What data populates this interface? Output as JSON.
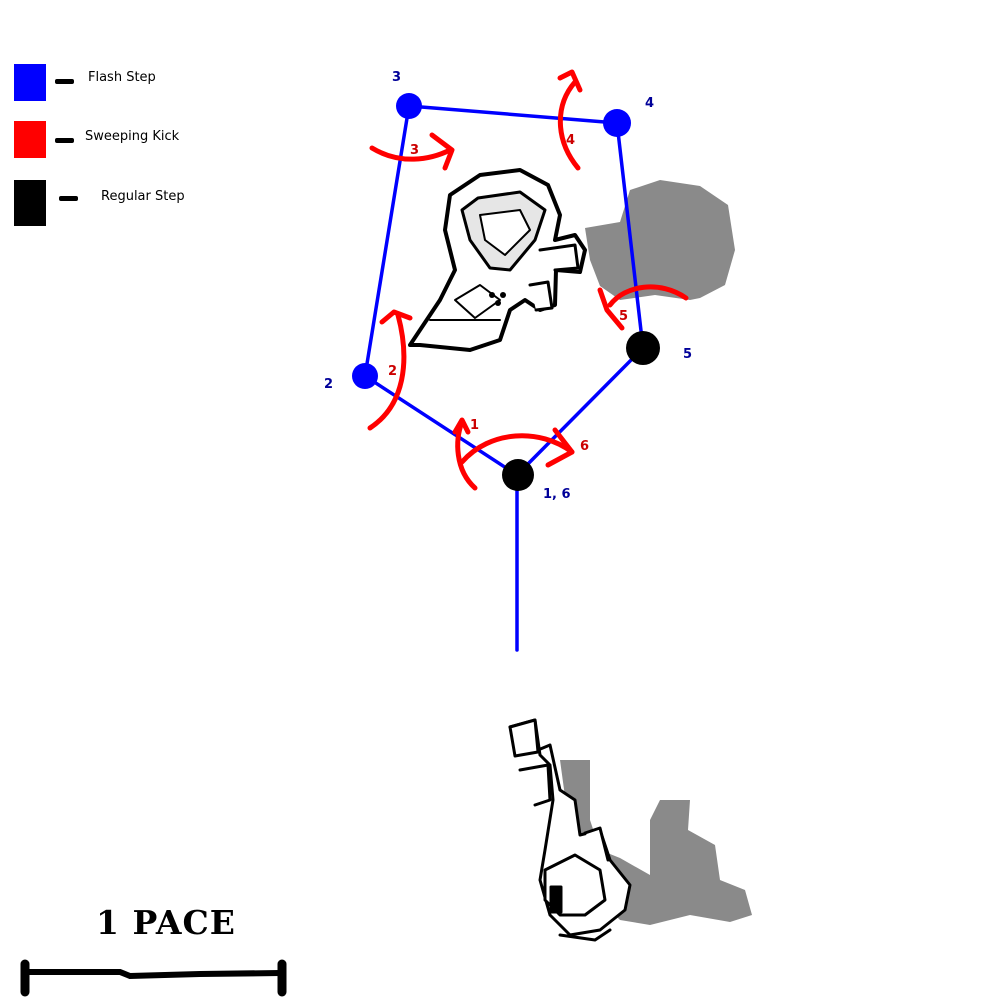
{
  "legend": [
    {
      "label": "Flash Step",
      "color": "#0000ff"
    },
    {
      "label": "Sweeping Kick",
      "color": "#ff0000"
    },
    {
      "label": "Regular Step",
      "color": "#000000"
    }
  ],
  "step_labels": {
    "s1": "1, 6",
    "s2": "2",
    "s3": "3",
    "s4": "4",
    "s5": "5"
  },
  "kick_labels": {
    "k1": "1",
    "k2": "2",
    "k3": "3",
    "k4": "4",
    "k5": "5",
    "k6": "6"
  },
  "scale": {
    "label": "1 PACE"
  },
  "colors": {
    "path": "#0000ff",
    "kick": "#ff0000",
    "regular": "#000000",
    "shadow": "#8a8a8a"
  }
}
